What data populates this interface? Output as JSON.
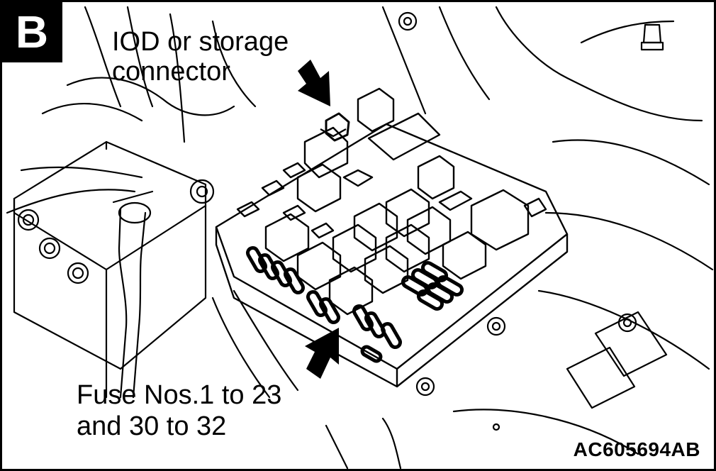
{
  "badge": {
    "letter": "B"
  },
  "labels": {
    "iod_line1": "IOD or storage",
    "iod_line2": "connector",
    "fuse_line1": "Fuse Nos.1 to 23",
    "fuse_line2": "and 30 to 32",
    "figure_id": "AC605694AB"
  },
  "icons": {
    "iod_arrow": "arrow-down-right-icon",
    "fuse_arrow": "arrow-up-right-icon"
  },
  "colors": {
    "line": "#000000",
    "background": "#ffffff"
  }
}
